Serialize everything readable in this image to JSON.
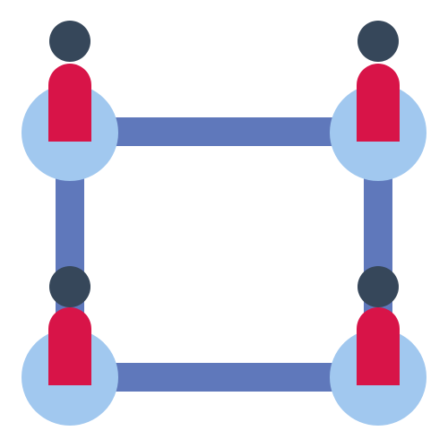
{
  "illustration": {
    "subject": "network-of-people-icon",
    "colors": {
      "background": "#ffffff",
      "link": "#5f78bb",
      "node_circle": "#a1c8ef",
      "person_head": "#36475a",
      "person_body": "#d81448"
    },
    "nodes": [
      {
        "name": "person-node-top-left"
      },
      {
        "name": "person-node-top-right"
      },
      {
        "name": "person-node-bottom-left"
      },
      {
        "name": "person-node-bottom-right"
      }
    ]
  },
  "stock_id": "578056994"
}
